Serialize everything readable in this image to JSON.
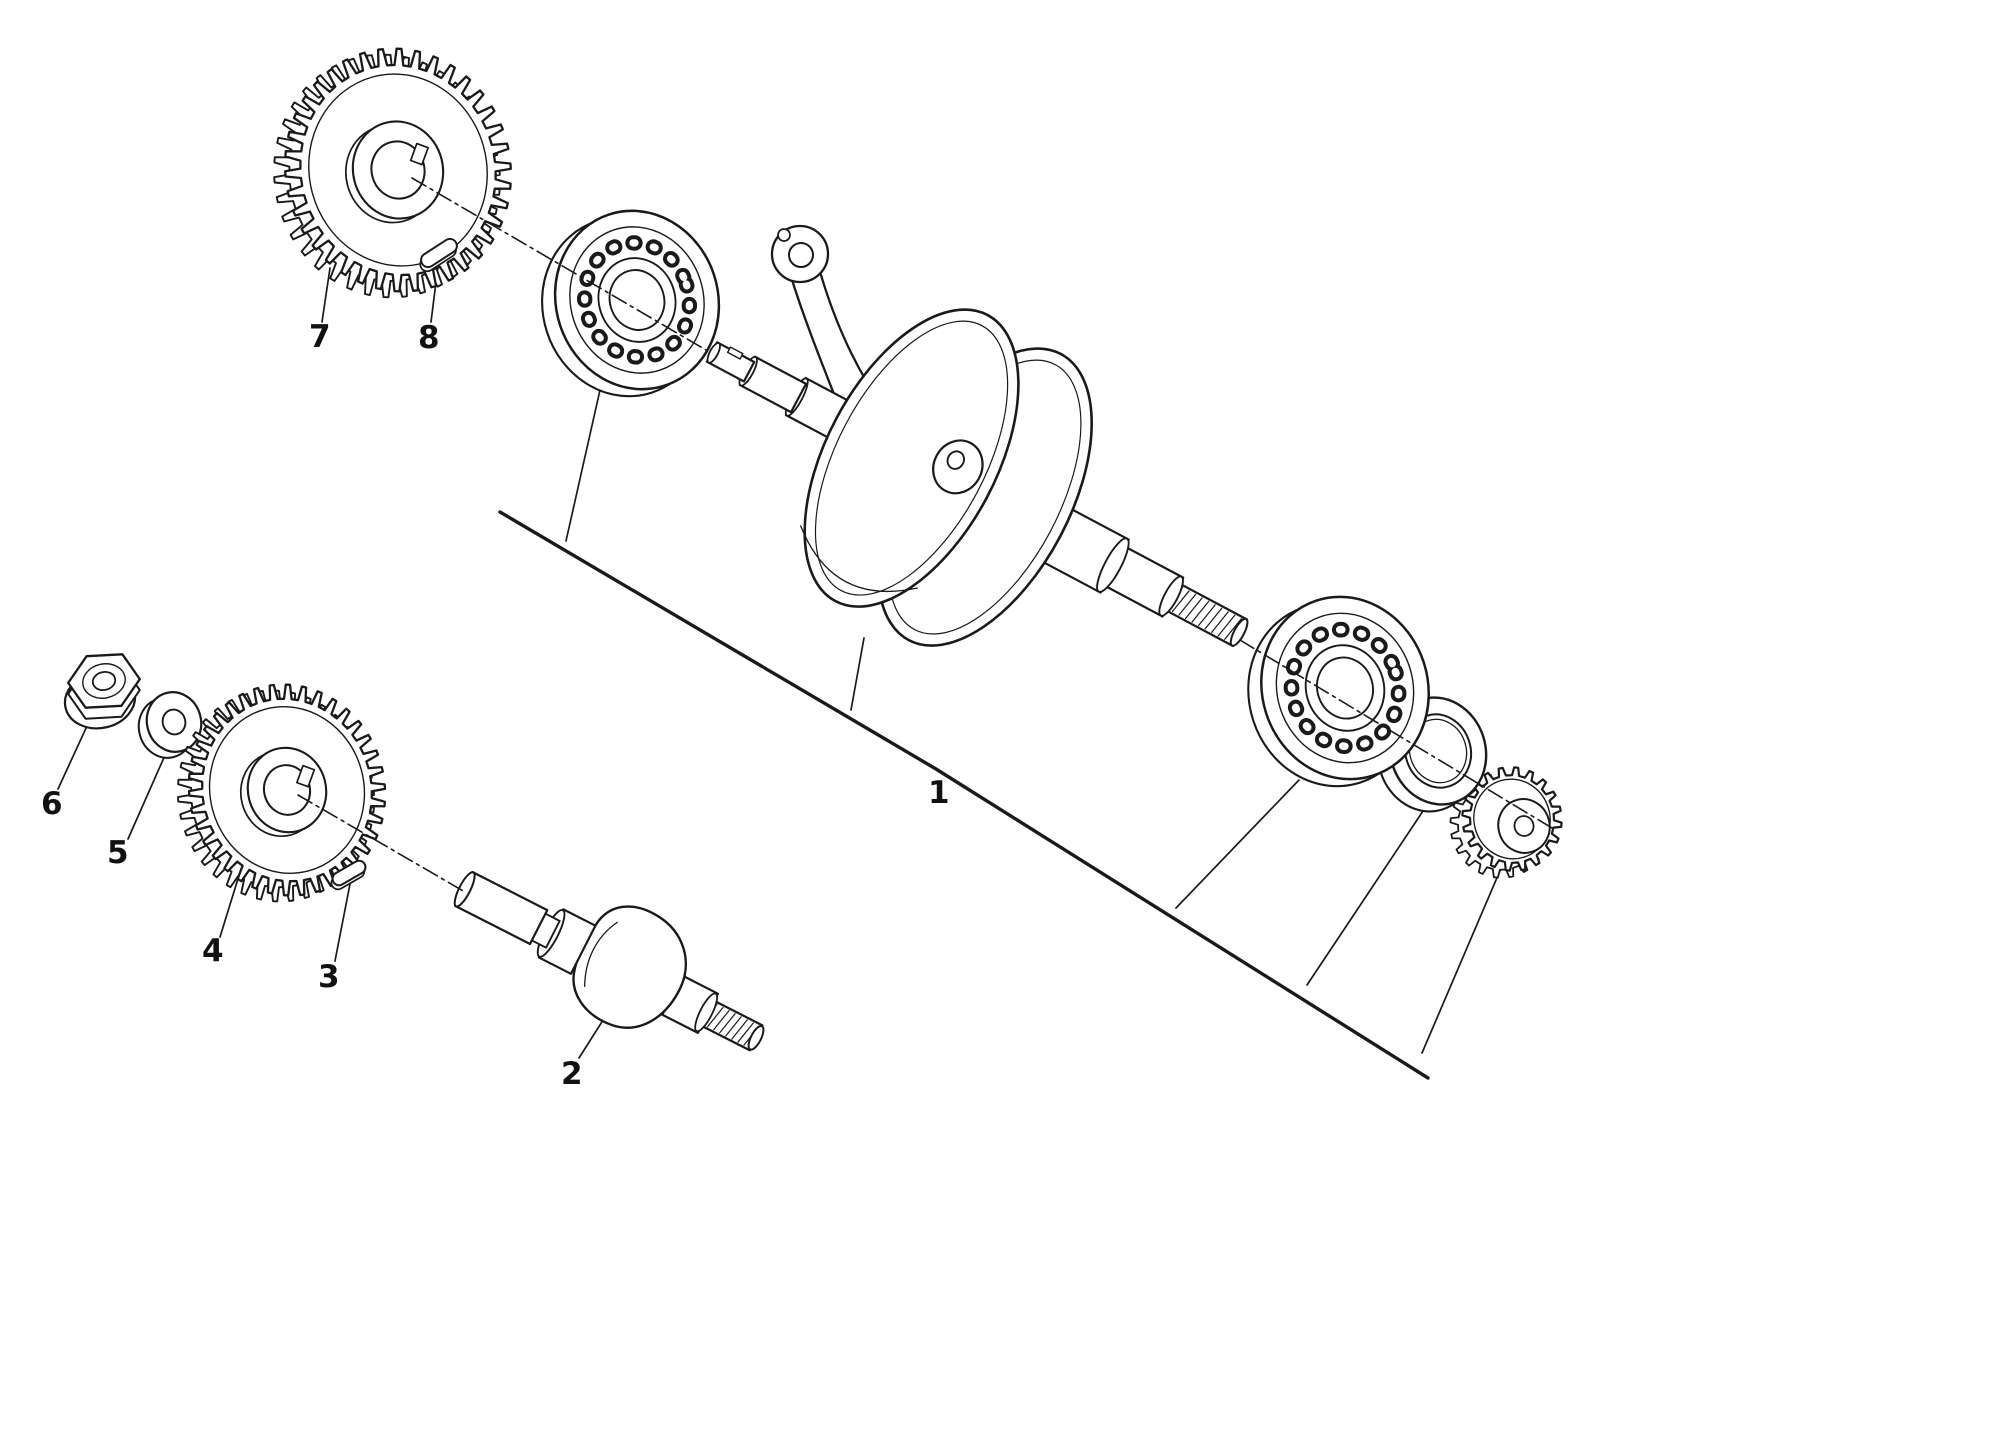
{
  "diagram": {
    "background_color": "#ffffff",
    "line_color": "#1a1a1a",
    "callouts": [
      {
        "number": "1"
      },
      {
        "number": "2"
      },
      {
        "number": "3"
      },
      {
        "number": "4"
      },
      {
        "number": "5"
      },
      {
        "number": "6"
      },
      {
        "number": "7"
      },
      {
        "number": "8"
      }
    ]
  }
}
